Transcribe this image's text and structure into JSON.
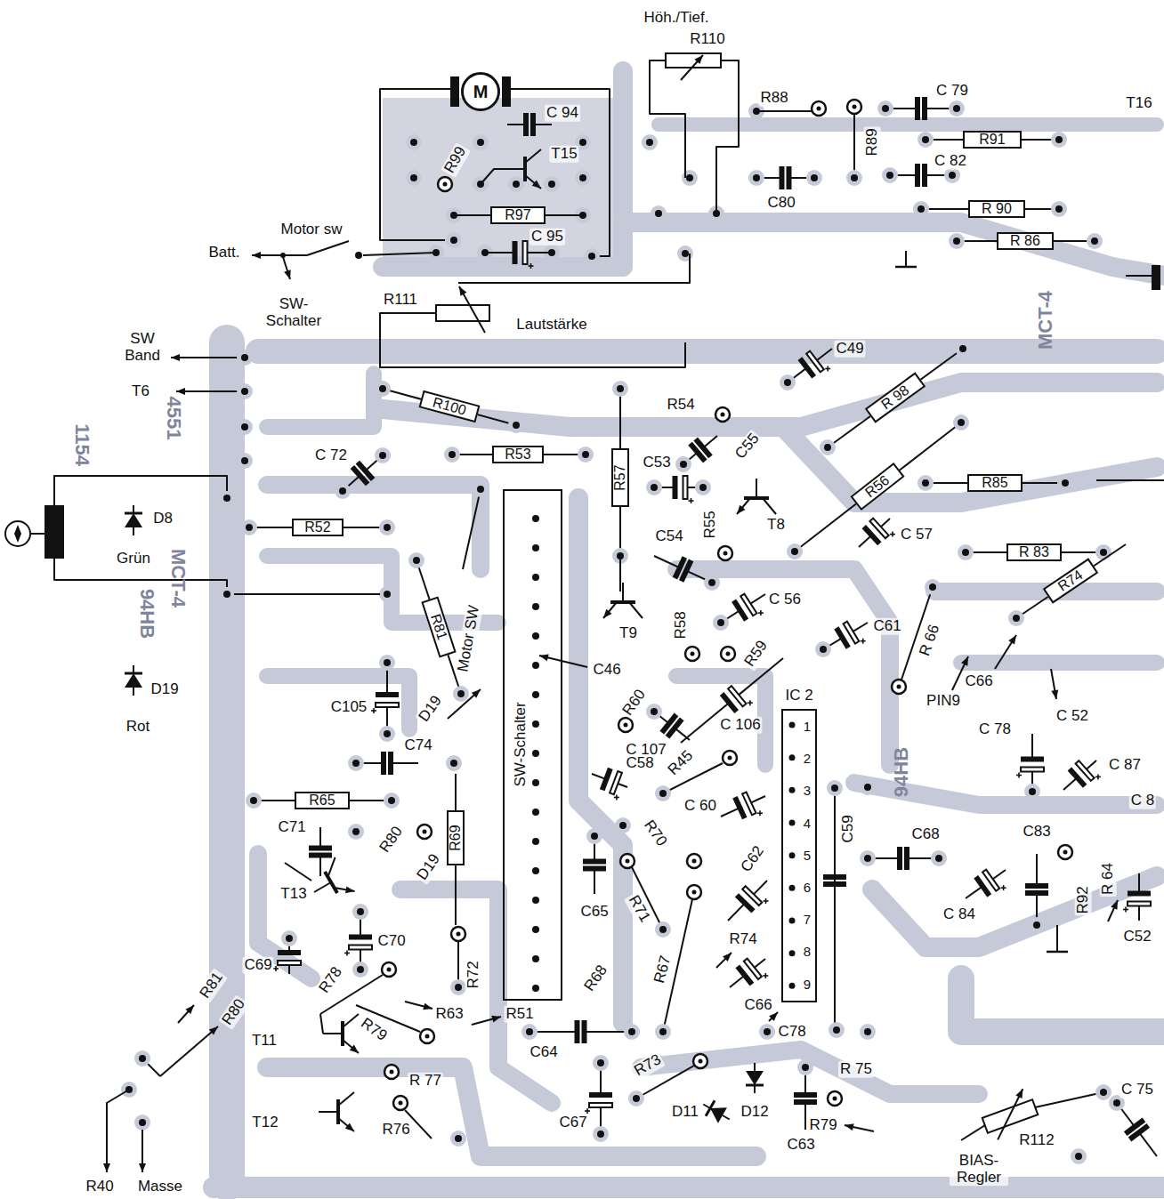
{
  "diagram": {
    "nodes": [
      {
        "text": [
          "M"
        ]
      },
      {
        "text": [
          "R97"
        ]
      },
      {
        "text": [
          "R91"
        ]
      },
      {
        "text": [
          "R 90"
        ]
      },
      {
        "text": [
          "R 86"
        ]
      },
      {
        "text": [
          "R100"
        ]
      },
      {
        "text": [
          "R53"
        ]
      },
      {
        "text": [
          "R57"
        ]
      },
      {
        "text": [
          "R 98"
        ]
      },
      {
        "text": [
          "R56"
        ]
      },
      {
        "text": [
          "R85"
        ]
      },
      {
        "text": [
          "R52"
        ]
      },
      {
        "text": [
          "R 83"
        ]
      },
      {
        "text": [
          "R74"
        ]
      },
      {
        "text": [
          "R81"
        ]
      },
      {
        "text": [
          "IC 2",
          "1",
          "2",
          "3",
          "4",
          "5",
          "6",
          "7",
          "8",
          "9"
        ]
      },
      {
        "text": [
          "SW-Schalter"
        ]
      },
      {
        "text": [
          "R65"
        ]
      },
      {
        "text": [
          "R69"
        ]
      }
    ],
    "labels": [
      "Höh./Tief.",
      "R110",
      "C 94",
      "R99",
      "T15",
      "C 95",
      "Motor sw",
      "Batt.",
      "SW- Schalter",
      "R111",
      "Lautstärke",
      "R88",
      "R89",
      "C 79",
      "C 82",
      "C80",
      "T16",
      "MCT-4",
      "SW Band",
      "T6",
      "4551",
      "1154",
      "R54",
      "C49",
      "C 72",
      "C53",
      "C55",
      "R55",
      "T8",
      "C 57",
      "D8",
      "Grün",
      "MCT-4",
      "94HB",
      "Motor SW",
      "C54",
      "T9",
      "R58",
      "C 56",
      "R59",
      "C61",
      "R 66",
      "C66",
      "PIN9",
      "C46",
      "D19",
      "Rot",
      "C105",
      "D19",
      "R60",
      "C 107",
      "C 106",
      "C 78",
      "C 52",
      "C74",
      "C58",
      "R45",
      "C 87",
      "94HB",
      "C 8",
      "C 60",
      "C59",
      "C68",
      "C71",
      "R80",
      "R70",
      "C83",
      "D19",
      "R 64",
      "R92",
      "C62",
      "C65",
      "R71",
      "T13",
      "C 84",
      "C52",
      "C70",
      "C69",
      "R72",
      "R74",
      "R68",
      "R67",
      "R78",
      "R81",
      "R80",
      "C66",
      "R63",
      "R51",
      "C78",
      "R79",
      "T11",
      "C64",
      "R 75",
      "R 77",
      "R73",
      "D11",
      "D12",
      "C63",
      "R79",
      "C67",
      "T12",
      "R76",
      "R112",
      "BIAS- Regler",
      "C 75",
      "R40",
      "Masse"
    ]
  }
}
